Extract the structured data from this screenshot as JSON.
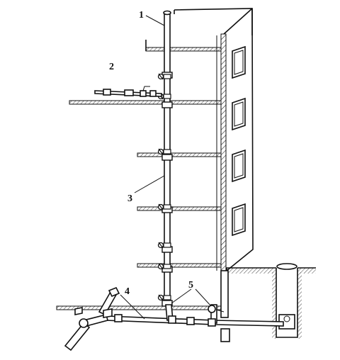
{
  "diagram": {
    "labels": {
      "riser": "1",
      "floor_space": "2",
      "vertical_stack": "3",
      "horizontal_main": "4",
      "valves": "5"
    },
    "floor_count": 6
  }
}
